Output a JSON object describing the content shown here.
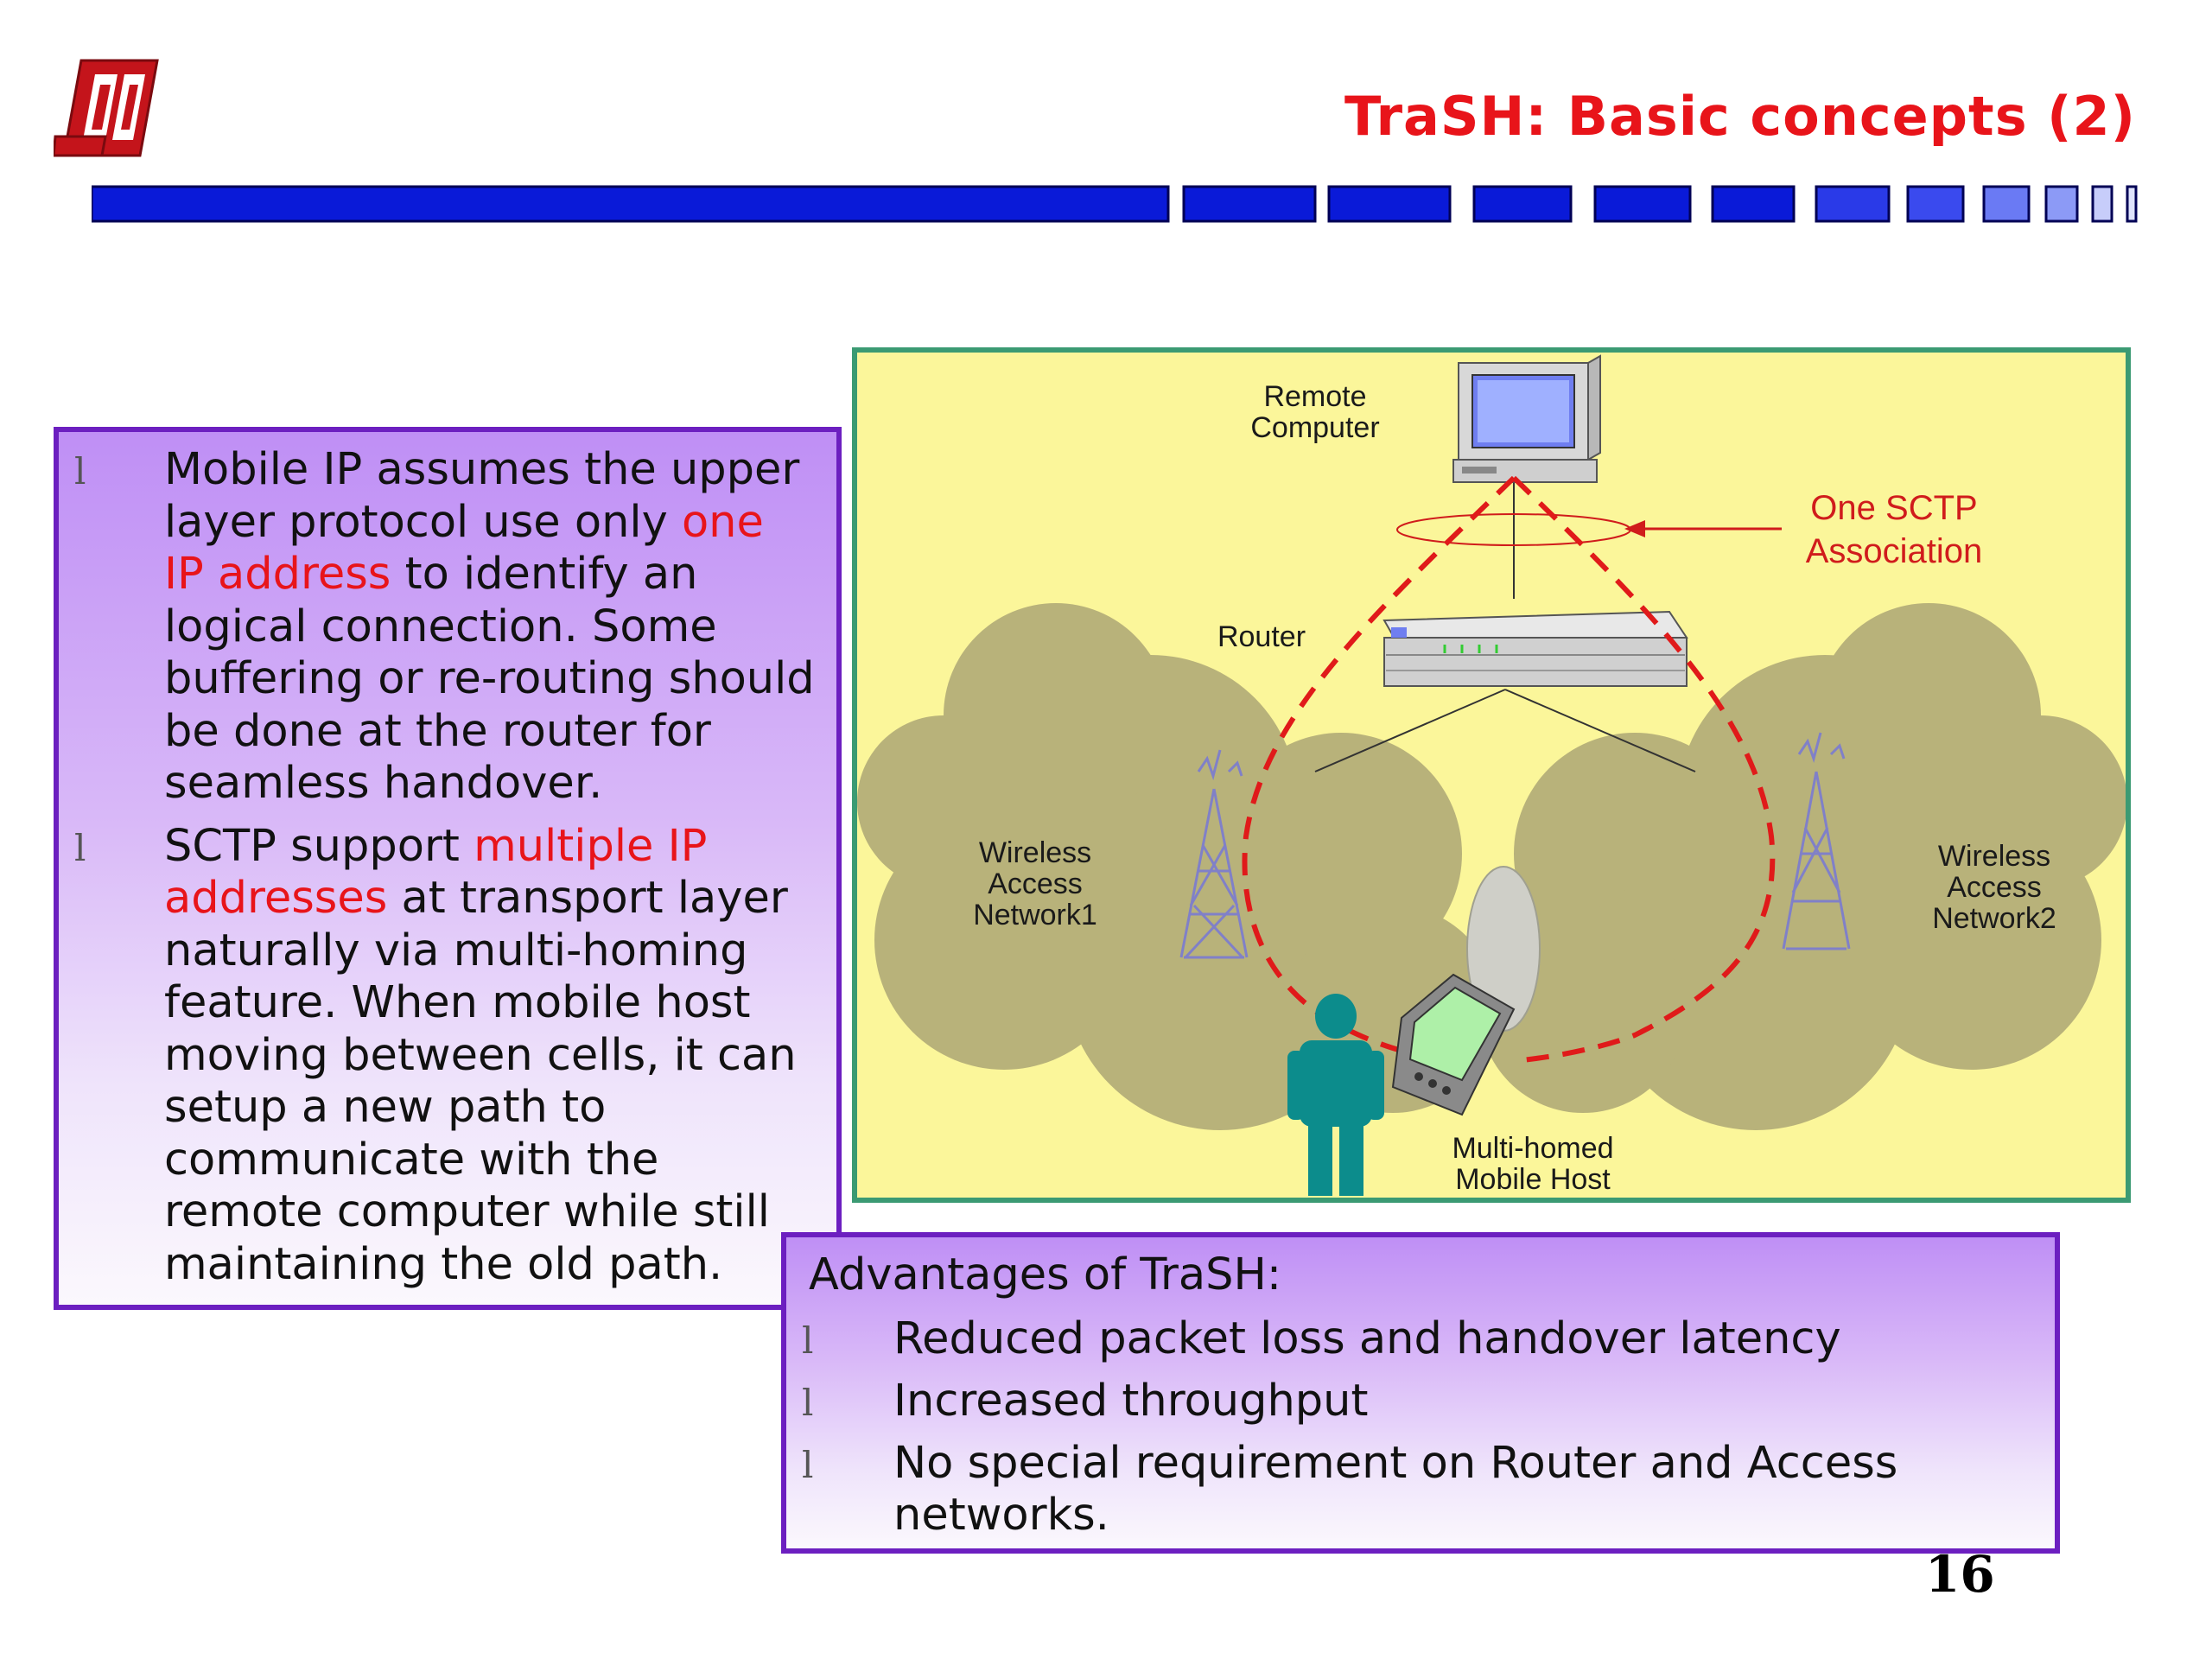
{
  "slide": {
    "title": "TraSH: Basic concepts (2)",
    "page_number": "16",
    "logo_icon": "ou-logo-icon"
  },
  "colors": {
    "title_red": "#e8141a",
    "bar_blue": "#0a1ad8",
    "box_border": "#6c1fc0",
    "panel_bg": "#fbf69a",
    "panel_border": "#3b9a73",
    "sctp_red": "#d01c1c",
    "cloud": "#b8b27a"
  },
  "left_box": {
    "bullet_glyph": "l",
    "bullets": [
      {
        "lines": [
          [
            {
              "t": "Mobile IP assumes the upper"
            }
          ],
          [
            {
              "t": "layer protocol use only "
            },
            {
              "t": "one",
              "red": true
            }
          ],
          [
            {
              "t": "IP address",
              "red": true
            },
            {
              "t": " to identify an"
            }
          ],
          [
            {
              "t": "logical connection. Some"
            }
          ],
          [
            {
              "t": "buffering or re-routing should"
            }
          ],
          [
            {
              "t": "be done at the router for"
            }
          ],
          [
            {
              "t": "seamless handover."
            }
          ]
        ]
      },
      {
        "lines": [
          [
            {
              "t": "SCTP support "
            },
            {
              "t": "multiple IP",
              "red": true
            }
          ],
          [
            {
              "t": "addresses",
              "red": true
            },
            {
              "t": " at transport layer"
            }
          ],
          [
            {
              "t": "naturally via multi-homing"
            }
          ],
          [
            {
              "t": "feature. When mobile host"
            }
          ],
          [
            {
              "t": "moving between cells, it can"
            }
          ],
          [
            {
              "t": "setup a new path to"
            }
          ],
          [
            {
              "t": "communicate with the"
            }
          ],
          [
            {
              "t": "remote computer while still"
            }
          ],
          [
            {
              "t": "maintaining the old path."
            }
          ]
        ]
      }
    ]
  },
  "diagram": {
    "remote_computer": [
      "Remote",
      "Computer"
    ],
    "router": "Router",
    "sctp_label": [
      "One SCTP",
      "Association"
    ],
    "network1": [
      "Wireless",
      "Access",
      "Network1"
    ],
    "network2": [
      "Wireless",
      "Access",
      "Network2"
    ],
    "mobile_host": [
      "Multi-homed",
      "Mobile Host"
    ]
  },
  "right_box": {
    "title": "Advantages of TraSH:",
    "bullet_glyph": "l",
    "items": [
      [
        "Reduced packet loss and handover latency"
      ],
      [
        "Increased throughput"
      ],
      [
        "No special requirement on Router and Access",
        "networks."
      ]
    ]
  }
}
